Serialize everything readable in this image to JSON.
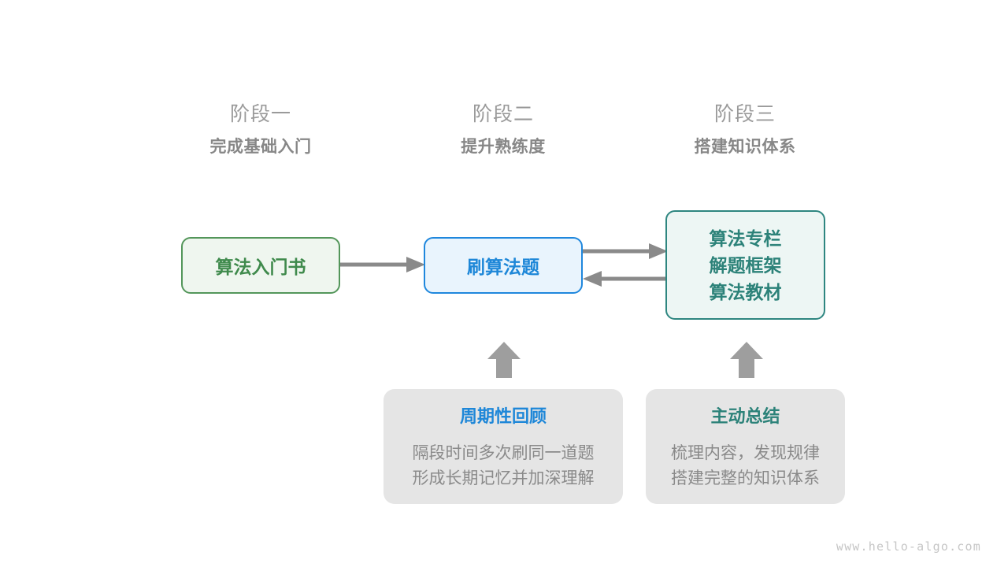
{
  "stages": [
    {
      "label": "阶段一",
      "sub": "完成基础入门"
    },
    {
      "label": "阶段二",
      "sub": "提升熟练度"
    },
    {
      "label": "阶段三",
      "sub": "搭建知识体系"
    }
  ],
  "nodes": {
    "book": {
      "text": "算法入门书",
      "color": "#3f8a4c",
      "fill": "#eff6ef",
      "border": "#53965a"
    },
    "practice": {
      "text": "刷算法题",
      "color": "#1e87d8",
      "fill": "#e9f4fd",
      "border": "#1f87dd"
    },
    "system": {
      "lines": [
        "算法专栏",
        "解题框架",
        "算法教材"
      ],
      "color": "#2c8279",
      "fill": "#edf6f4",
      "border": "#2e8680"
    }
  },
  "notes": [
    {
      "title": "周期性回顾",
      "title_color": "#1e87d8",
      "body": [
        "隔段时间多次刷同一道题",
        "形成长期记忆并加深理解"
      ]
    },
    {
      "title": "主动总结",
      "title_color": "#2c8279",
      "body": [
        "梳理内容，发现规律",
        "搭建完整的知识体系"
      ]
    }
  ],
  "connectors": {
    "color": "#8a8a8a",
    "book_to_practice": "arrow-right",
    "practice_to_system": "arrow-right",
    "system_to_practice": "arrow-left",
    "review_to_practice": "arrow-up",
    "summary_to_system": "arrow-up"
  },
  "watermark": "www.hello-algo.com"
}
